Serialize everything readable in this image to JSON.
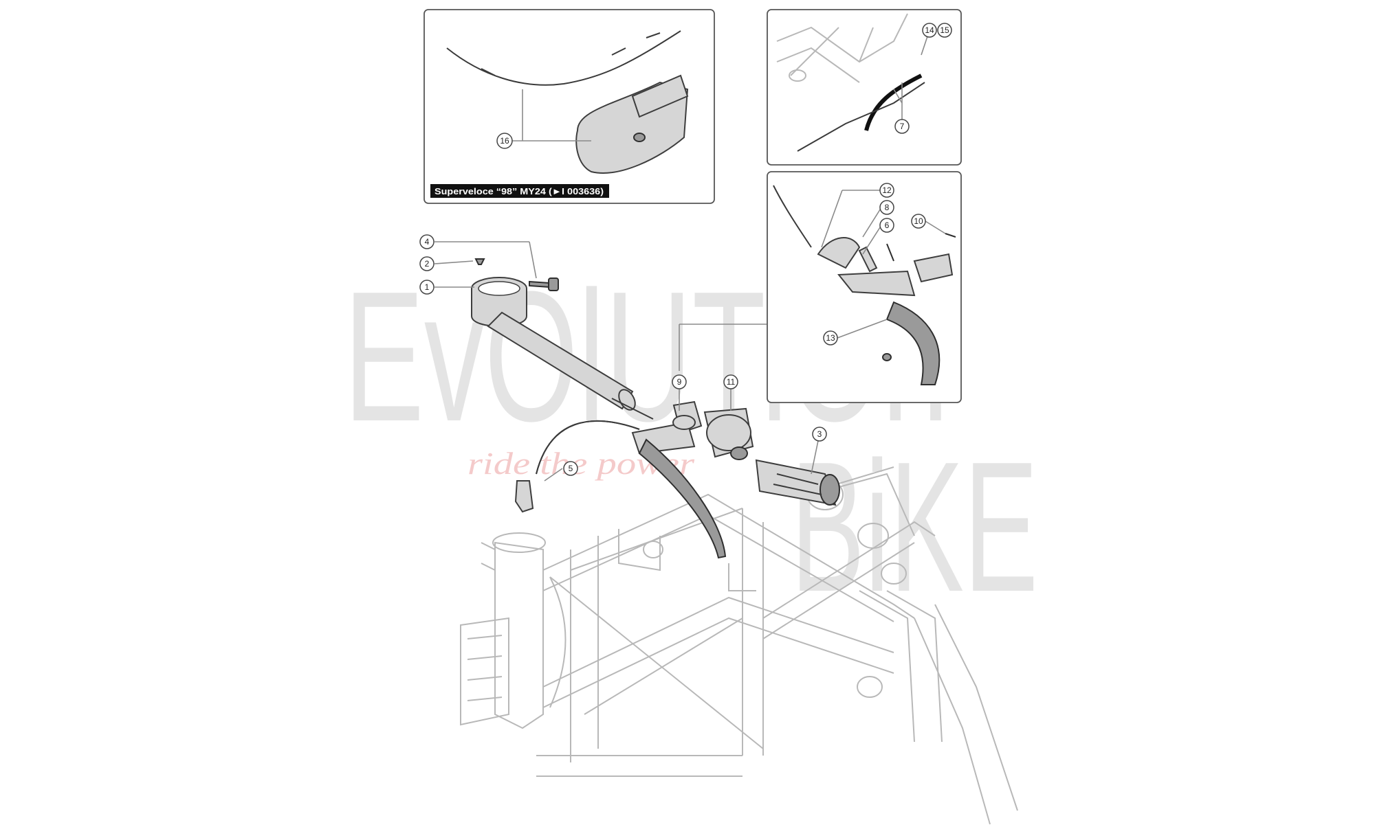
{
  "watermark": {
    "brand_line1": "EvOlUTiOn",
    "brand_line2": "BiKE",
    "tagline": "ride the power",
    "tagline_color": "#e8a0a0"
  },
  "inset_tag": "Superveloce “98” MY24 (►I 003636)",
  "callouts": {
    "c1": "1",
    "c2": "2",
    "c3": "3",
    "c4": "4",
    "c5": "5",
    "c6": "6",
    "c7": "7",
    "c8": "8",
    "c9": "9",
    "c10": "10",
    "c11": "11",
    "c12": "12",
    "c13": "13",
    "c14": "14",
    "c15": "15",
    "c16": "16"
  }
}
